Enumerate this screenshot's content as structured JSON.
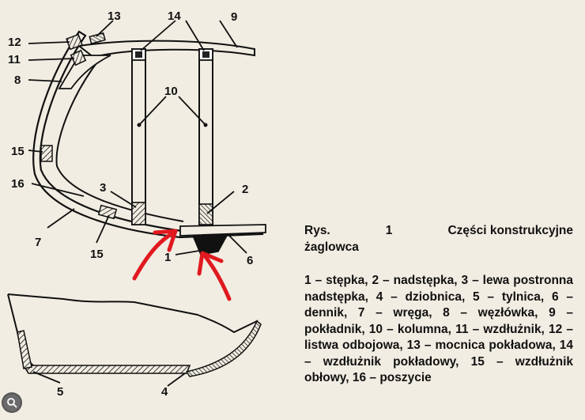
{
  "figure": {
    "labels": [
      "1",
      "2",
      "3",
      "4",
      "5",
      "6",
      "7",
      "8",
      "9",
      "10",
      "11",
      "12",
      "13",
      "14",
      "15",
      "15",
      "16"
    ]
  },
  "caption": {
    "prefix": "Rys.",
    "number": "1",
    "title_part1": "Części konstrukcyjne",
    "title_part2": "żaglowca",
    "body": "1 – stępka, 2 – nadstępka, 3 – lewa postronna nadstępka, 4 – dziobnica, 5 – tylnica, 6 – dennik, 7 – wręga, 8 – węzłówka, 9 – pokładnik, 10 – kolumna, 11 – wzdłużnik, 12 – listwa odbojowa, 13 – mocnica pokładowa, 14 – wzdłużnik pokładowy, 15 – wzdłużnik obłowy, 16 – poszycie"
  },
  "colors": {
    "paper": "#f1ede2",
    "ink": "#111111",
    "annotation_arrows": "#e0191f"
  },
  "icons": {
    "badge": "lens-search-icon"
  }
}
